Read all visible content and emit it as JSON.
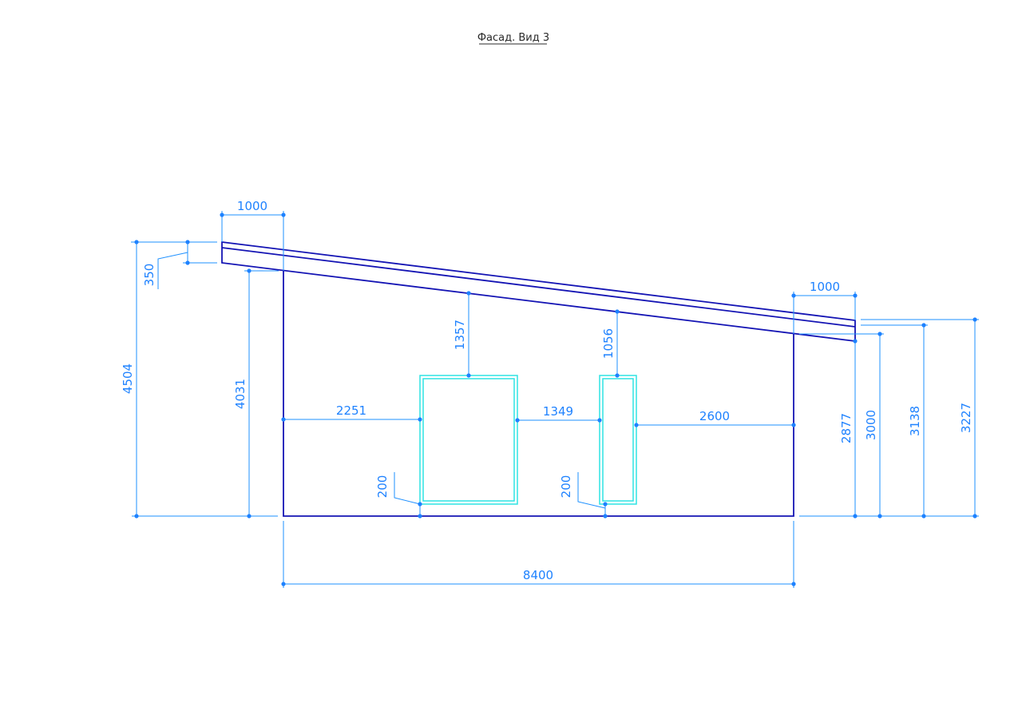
{
  "title": "Фасад. Вид 3",
  "colors": {
    "outline": "#1414b4",
    "window": "#2ee3e3",
    "dimension": "#1e82ff"
  },
  "dimensions": {
    "overhang_left": "1000",
    "overhang_right": "1000",
    "roof_thickness": "350",
    "total_height_left": "4504",
    "wall_height_left": "4031",
    "above_window_1": "1357",
    "above_window_2": "1056",
    "wall_to_window_1": "2251",
    "between_windows": "1349",
    "window_2_to_wall": "2600",
    "sill_window_1": "200",
    "sill_window_2": "200",
    "wall_height_right": "2877",
    "height_3000": "3000",
    "height_3138": "3138",
    "height_3227": "3227",
    "total_width": "8400"
  }
}
